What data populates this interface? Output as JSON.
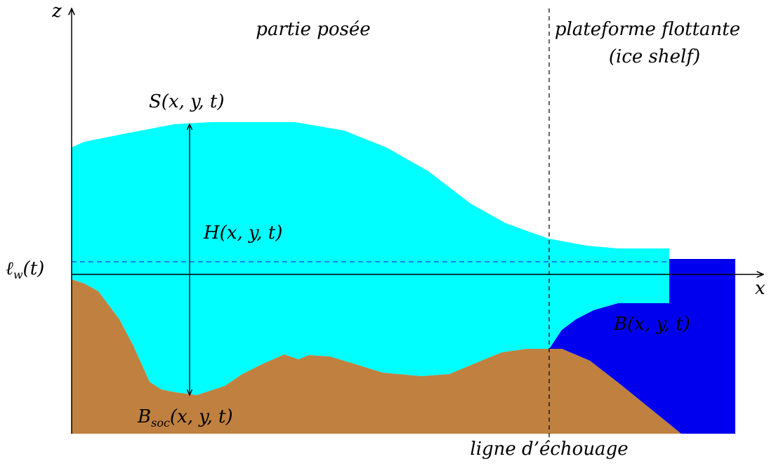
{
  "colors": {
    "ice": "#00FFFF",
    "bedrock": "#C08040",
    "ocean": "#0000EE",
    "water_level_line": "#1F3FE0",
    "axes": "#000000"
  },
  "labels": {
    "z_axis": "z",
    "x_axis": "x",
    "grounded_part": "partie posée",
    "floating_platform_line1": "plateforme flottante",
    "floating_platform_line2": "(ice shelf)",
    "surface": "S(x, y, t)",
    "thickness": "H(x, y, t)",
    "water_level_main": "ℓ",
    "water_level_sub": "w",
    "water_level_rest": "(t)",
    "ice_base": "B(x, y, t)",
    "bedrock_main": "B",
    "bedrock_sub": "soc",
    "bedrock_rest": "(x, y, t)",
    "grounding_line": "ligne d’échouage"
  }
}
